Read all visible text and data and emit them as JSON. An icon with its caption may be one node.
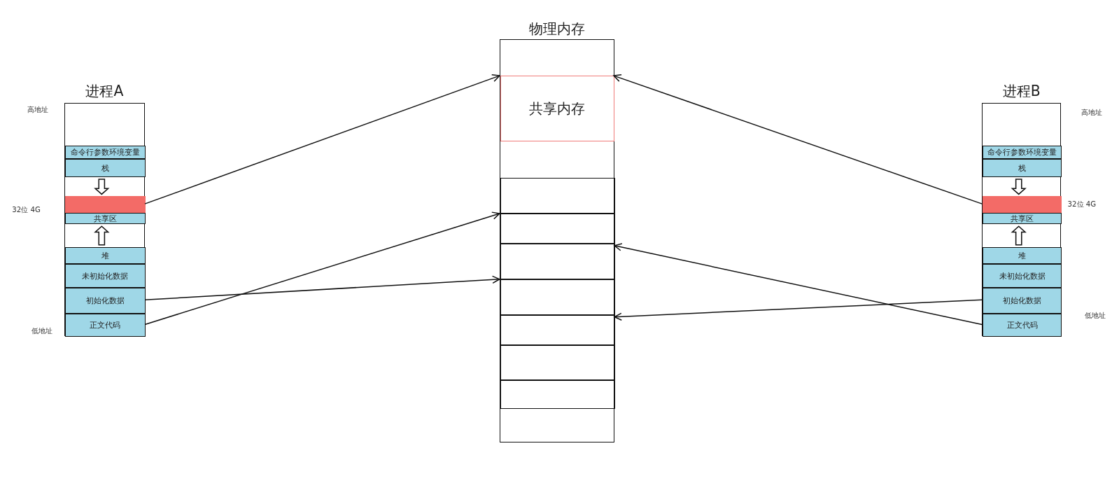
{
  "diagram": {
    "nodes": [
      {
        "text": [
          "进程A"
        ]
      },
      {
        "text": [
          "命令行参数环境变量"
        ],
        "in": 0
      },
      {
        "text": [
          "栈"
        ],
        "in": 0
      },
      {
        "text": [],
        "shape": "bar",
        "in": 0
      },
      {
        "text": [
          "共享区"
        ],
        "in": 0
      },
      {
        "text": [
          "堆"
        ],
        "in": 0
      },
      {
        "text": [
          "未初始化数据"
        ],
        "in": 0
      },
      {
        "text": [
          "初始化数据"
        ],
        "in": 0
      },
      {
        "text": [
          "正文代码"
        ],
        "in": 0
      },
      {
        "text": [
          "物理内存"
        ]
      },
      {
        "text": [
          "共享内存"
        ],
        "in": 9
      },
      {
        "text": [],
        "shape": "box",
        "in": 9
      },
      {
        "text": [],
        "shape": "box",
        "in": 9
      },
      {
        "text": [],
        "shape": "box",
        "in": 9
      },
      {
        "text": [],
        "shape": "box",
        "in": 9
      },
      {
        "text": [],
        "shape": "box",
        "in": 9
      },
      {
        "text": [],
        "shape": "box",
        "in": 9
      },
      {
        "text": [],
        "shape": "box",
        "in": 9
      },
      {
        "text": [
          "进程B"
        ]
      },
      {
        "text": [
          "命令行参数环境变量"
        ],
        "in": 18
      },
      {
        "text": [
          "栈"
        ],
        "in": 18
      },
      {
        "text": [],
        "shape": "bar",
        "in": 18
      },
      {
        "text": [
          "共享区"
        ],
        "in": 18
      },
      {
        "text": [
          "堆"
        ],
        "in": 18
      },
      {
        "text": [
          "未初始化数据"
        ],
        "in": 18
      },
      {
        "text": [
          "初始化数据"
        ],
        "in": 18
      },
      {
        "text": [
          "正文代码"
        ],
        "in": 18
      }
    ],
    "edges": [
      {
        "from": 3,
        "to": 10,
        "arrow": "to"
      },
      {
        "from": 7,
        "to": 14,
        "arrow": "to"
      },
      {
        "from": 8,
        "to": 12,
        "arrow": "to"
      },
      {
        "from": 21,
        "to": 10,
        "arrow": "to"
      },
      {
        "from": 25,
        "to": 15,
        "arrow": "to"
      },
      {
        "from": 26,
        "to": 13,
        "arrow": "to"
      },
      {
        "from": 2,
        "to": 3,
        "arrow": "to"
      },
      {
        "from": 5,
        "to": 4,
        "arrow": "to"
      },
      {
        "from": 20,
        "to": 21,
        "arrow": "to"
      },
      {
        "from": 23,
        "to": 22,
        "arrow": "to"
      }
    ],
    "labels": [
      "高地址",
      "32位 4G",
      "低地址",
      "高地址",
      "32位 4G",
      "低地址"
    ]
  }
}
